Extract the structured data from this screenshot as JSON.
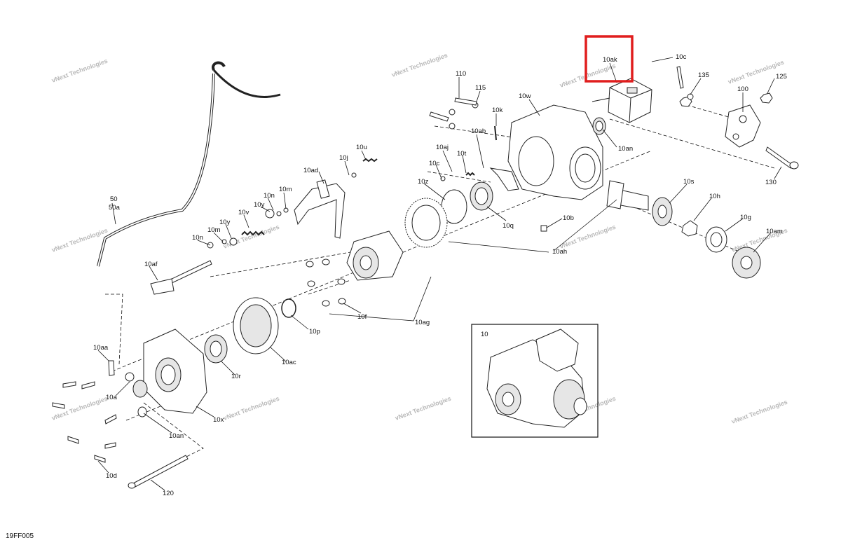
{
  "figure_id": "19FF005",
  "watermark": {
    "line1": "vNext Technologies",
    "line2": "Technologies"
  },
  "highlighted_callout": "10ak",
  "inset_label": "10",
  "callouts": {
    "c10ak": "10ak",
    "c10c_top": "10c",
    "c135": "135",
    "c125": "125",
    "c100": "100",
    "c110": "110",
    "c115": "115",
    "c10w": "10w",
    "c10k": "10k",
    "c10ab": "10ab",
    "c10an_top": "10an",
    "c10u": "10u",
    "c10j": "10j",
    "c10aj": "10aj",
    "c10t": "10t",
    "c10c_mid": "10c",
    "c10z": "10z",
    "c10ad": "10ad",
    "c10n_top": "10n",
    "c10m_top": "10m",
    "c10y_top": "10y",
    "c10v": "10v",
    "c10y_mid": "10y",
    "c10m_mid": "10m",
    "c10n_mid": "10n",
    "c10s": "10s",
    "c10h": "10h",
    "c130": "130",
    "c10g": "10g",
    "c10am": "10am",
    "c10q": "10q",
    "c10b": "10b",
    "c10ah": "10ah",
    "c50": "50",
    "c50a": "50a",
    "c10af": "10af",
    "c10f": "10f",
    "c10ag": "10ag",
    "c10p": "10p",
    "c10ac": "10ac",
    "c10aa": "10aa",
    "c10r": "10r",
    "c10a": "10a",
    "c10x": "10x",
    "c10an_bot": "10an",
    "c10d": "10d",
    "c120": "120"
  }
}
